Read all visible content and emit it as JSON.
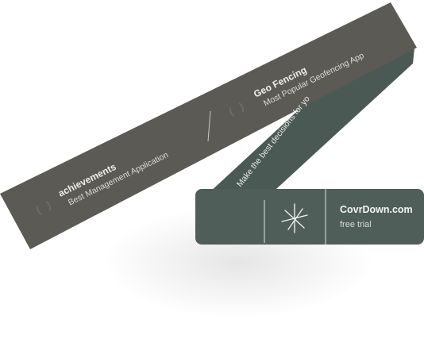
{
  "badges": [
    {
      "title": "achievements",
      "subtitle": "Best Management Application",
      "icon": "laurel-icon"
    },
    {
      "title": "Geo Fencing",
      "subtitle": "Most Popular Geofencing App",
      "icon": "laurel-icon"
    }
  ],
  "tagline": "Make the best decisions for yo",
  "card": {
    "brand": "CovrDown.com",
    "cta": "free trial",
    "icon": "sparkle-icon"
  },
  "colors": {
    "band_dark": "#5b5a54",
    "band_green": "#4c5a55",
    "card": "#505e59",
    "text": "#eef0ee"
  }
}
